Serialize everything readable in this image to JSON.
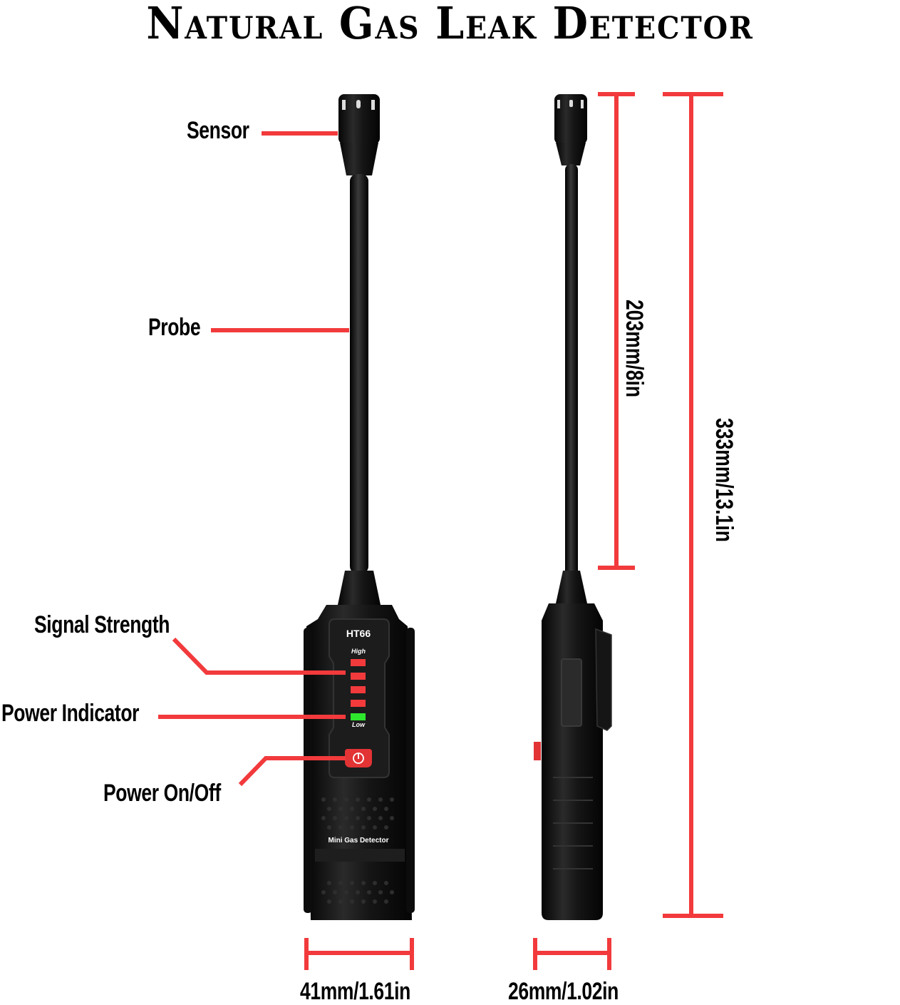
{
  "title": "Natural Gas Leak Detector",
  "colors": {
    "accent_red": "#f23a3c",
    "led_red": "#f23a3c",
    "led_green": "#2ee82e",
    "body": "#111111"
  },
  "device": {
    "model": "HT66",
    "led_high_label": "High",
    "led_low_label": "Low",
    "brand_text": "Mini Gas Detector",
    "power_icon": "power-icon"
  },
  "callouts": [
    {
      "id": "sensor",
      "label": "Sensor"
    },
    {
      "id": "probe",
      "label": "Probe"
    },
    {
      "id": "signal",
      "label": "Signal Strength"
    },
    {
      "id": "power_indicator",
      "label": "Power Indicator"
    },
    {
      "id": "power_switch",
      "label": "Power On/Off"
    }
  ],
  "dimensions": {
    "probe_length": "203mm/8in",
    "total_length": "333mm/13.1in",
    "front_width": "41mm/1.61in",
    "side_width": "26mm/1.02in"
  }
}
